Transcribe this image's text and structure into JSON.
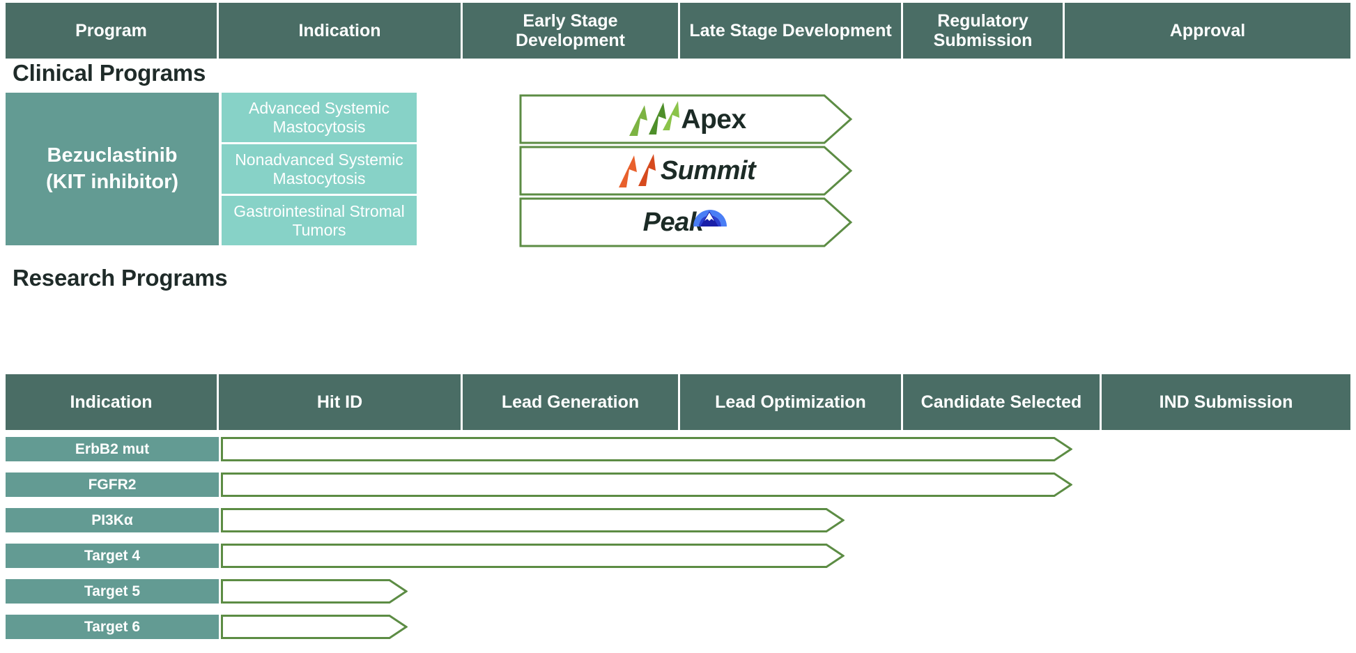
{
  "clinical_header": {
    "columns": [
      "Program",
      "Indication",
      "Early Stage Development",
      "Late Stage Development",
      "Regulatory Submission",
      "Approval"
    ]
  },
  "sections": {
    "clinical_title": "Clinical Programs",
    "research_title": "Research Programs"
  },
  "clinical": {
    "program_name": "Bezuclastinib",
    "program_target": "(KIT inhibitor)",
    "rows": [
      {
        "indication": "Advanced Systemic Mastocytosis",
        "trial": "Apex"
      },
      {
        "indication": "Nonadvanced Systemic Mastocytosis",
        "trial": "Summit"
      },
      {
        "indication": "Gastrointestinal Stromal Tumors",
        "trial": "Peak"
      }
    ]
  },
  "research_header": {
    "columns": [
      "Indication",
      "Hit ID",
      "Lead Generation",
      "Lead Optimization",
      "Candidate Selected",
      "IND Submission"
    ]
  },
  "research": {
    "rows": [
      {
        "indication": "ErbB2 mut",
        "progress_stage": "Candidate Selected"
      },
      {
        "indication": "FGFR2",
        "progress_stage": "Candidate Selected"
      },
      {
        "indication": "PI3Kα",
        "progress_stage": "Lead Optimization"
      },
      {
        "indication": "Target 4",
        "progress_stage": "Lead Optimization"
      },
      {
        "indication": "Target 5",
        "progress_stage": "Hit ID"
      },
      {
        "indication": "Target 6",
        "progress_stage": "Hit ID"
      }
    ]
  },
  "colors": {
    "header_band": "#4a6d65",
    "program_cell": "#639b93",
    "indication_cell": "#87d2c7",
    "arrow_outline": "#5c8c44",
    "apex_green": "#7cb342",
    "summit_orange": "#e8602c",
    "peak_blue": "#4a7ef5",
    "peak_navy": "#1a1fa8",
    "logo_dark": "#1c2b26"
  }
}
